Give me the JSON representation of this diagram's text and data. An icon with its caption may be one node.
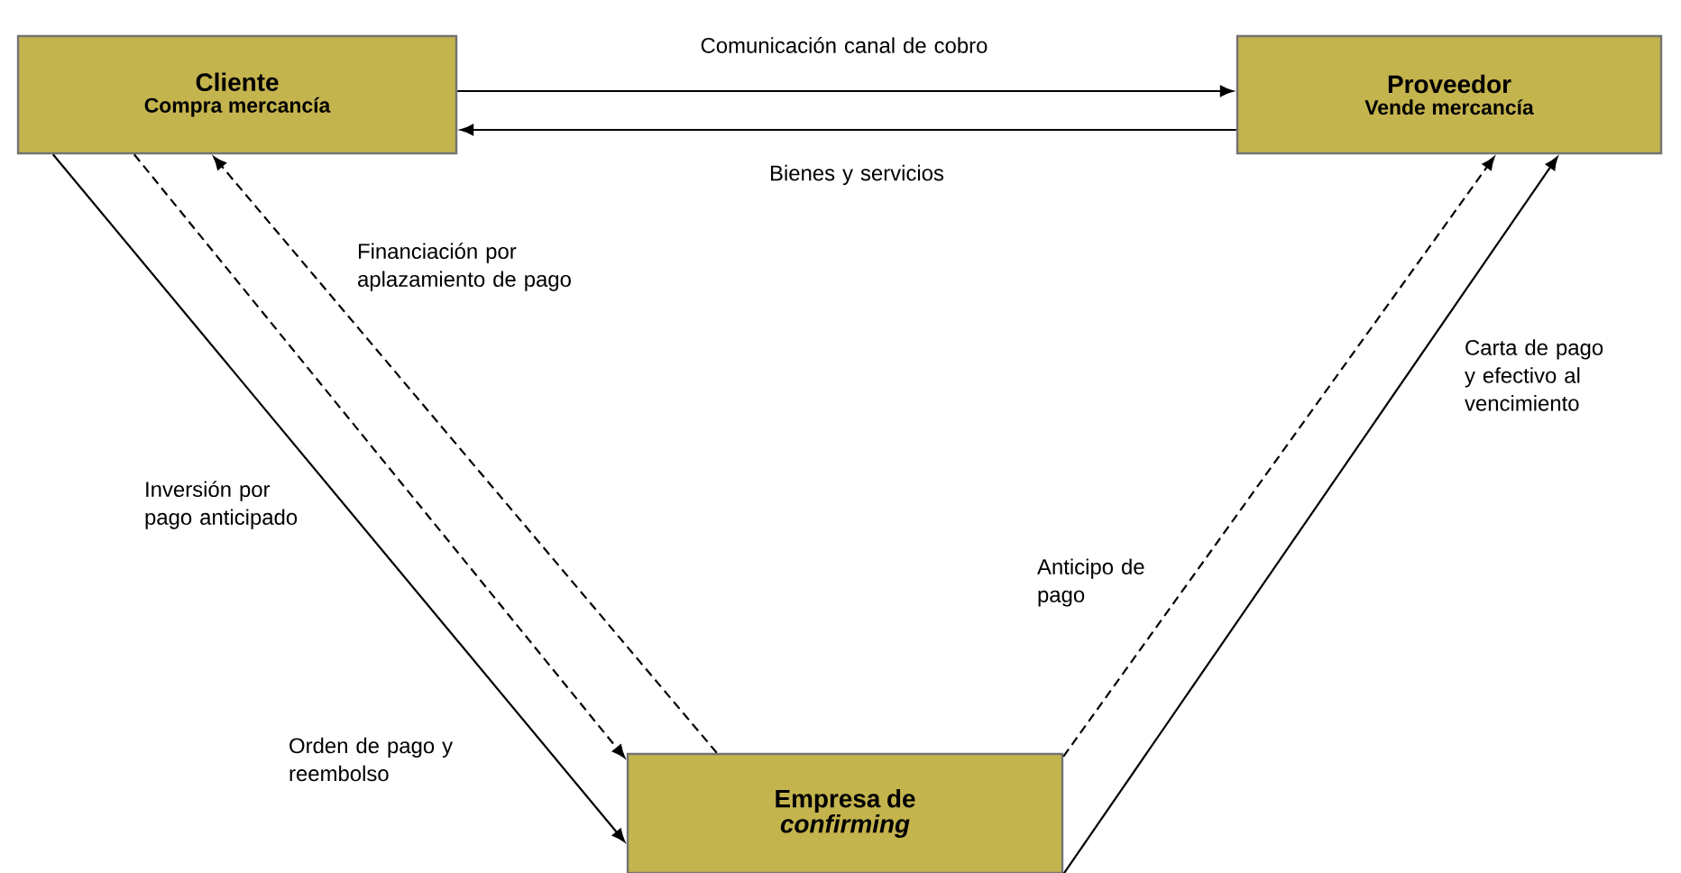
{
  "diagram": {
    "nodes": [
      {
        "text": [
          "Cliente",
          "Compra mercancía"
        ]
      },
      {
        "text": [
          "Proveedor",
          "Vende mercancía"
        ]
      },
      {
        "text": [
          "Empresa de *confirming*"
        ]
      }
    ],
    "edges": [
      {
        "from": 0,
        "to": 1,
        "arrow": "to",
        "label": "Comunicación canal de cobro"
      },
      {
        "from": 1,
        "to": 0,
        "arrow": "to",
        "label": "Bienes y servicios"
      },
      {
        "from": 0,
        "to": 2,
        "arrow": "to",
        "label": "Orden de pago y reembolso"
      },
      {
        "from": 0,
        "to": 2,
        "arrow": "to",
        "style": "dashed"
      },
      {
        "from": 2,
        "to": 0,
        "arrow": "to",
        "label": "Financiación por aplazamiento de pago",
        "style": "dashed"
      },
      {
        "from": 2,
        "to": 1,
        "arrow": "to",
        "label": "Anticipo de pago",
        "style": "dashed"
      },
      {
        "from": 2,
        "to": 1,
        "arrow": "to",
        "label": "Carta de pago y efectivo al vencimiento"
      }
    ],
    "labels": [
      "Inversión por pago anticipado"
    ]
  }
}
